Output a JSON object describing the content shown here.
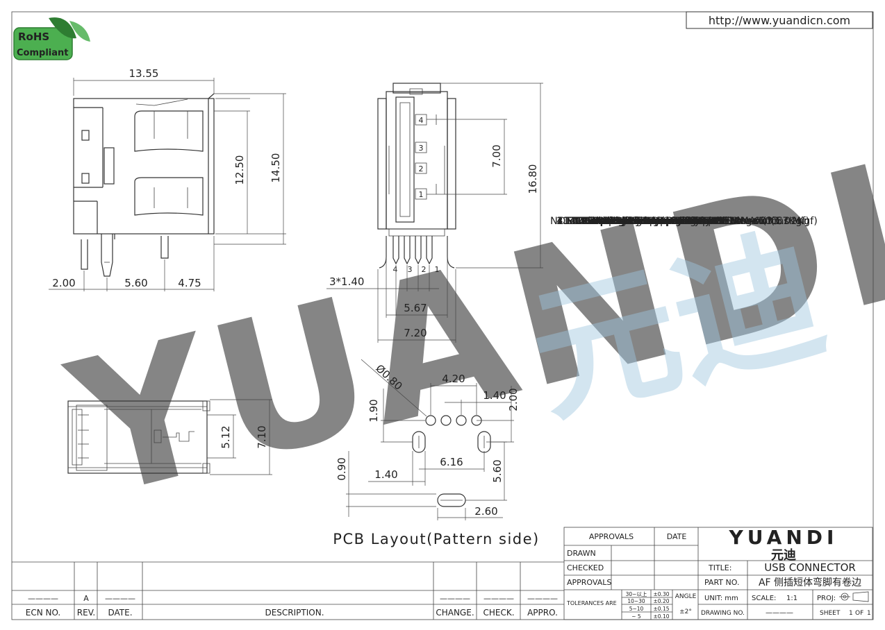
{
  "header": {
    "url": "http://www.yuandicn.com",
    "rohs_line1": "RoHS",
    "rohs_line2": "Compliant"
  },
  "watermark": {
    "text": "YUANDI",
    "cn": "元迪",
    "color": "#9ec7e0"
  },
  "side_view": {
    "d_width": "13.55",
    "d_h_inner": "12.50",
    "d_h_outer": "14.50",
    "d_pin_a": "2.00",
    "d_pin_b": "5.60",
    "d_pin_c": "4.75"
  },
  "front_view": {
    "d_pitch": "7.00",
    "d_height": "16.80",
    "d_pin_spacing": "3*1.40",
    "d_w_inner": "5.67",
    "d_w_outer": "7.20",
    "pins": [
      "4",
      "3",
      "2",
      "1"
    ],
    "contacts": [
      "4",
      "3",
      "2",
      "1"
    ]
  },
  "top_view": {
    "d_inner": "5.12",
    "d_outer": "7.10"
  },
  "pcb": {
    "d_hole": "Ø0.80",
    "d_4_20": "4.20",
    "d_1_40_top": "1.40",
    "d_2_00": "2.00",
    "d_1_90": "1.90",
    "d_0_90": "0.90",
    "d_1_40_left": "1.40",
    "d_6_16": "6.16",
    "d_5_60": "5.60",
    "d_2_60": "2.60",
    "caption": "PCB Layout(Pattern side)"
  },
  "notes": [
    "NOTES:",
    "  1.MATERIAL:",
    "    1.1  Housing:thermoplastic plastics",
    "    1.2  terminals:Copper Alloy",
    "          Gold plated in contact area:",
    "          Tin plated in termination",
    "          Nickel Plated overall",
    "    1.3  Shell:Steel&Copper Alloy",
    "              Nickel Plated overall",
    "  2.ELECTRICAL CHARACTERISTICS:",
    "      2.1  Rating Current :1.5 Ampere",
    "      2.2  Rating Voltage :30 V Max",
    "      2.3  Contact Resistance:30 Milli ohms",
    "      2.4  Insulation Resistance:1000 Mega ohms Min.",
    "  3.MECHANICAL CHARACTERISTICS:",
    "      3.1  Connector Mating force: 35N MAX(3.57Kgf)",
    "      3.2  Connector Unmating force:10N min(1.02Kgf)",
    "      3.3  Durability:5000Cycles.",
    "  4.ENVIRONMENT CHARACTERISTICS:",
    "      4.1  Operating temperature:-0℃ to +50℃",
    "      4.2  Storage temperature:-20℃ to +60℃"
  ],
  "title_block": {
    "approvals_hdr": "APPROVALS",
    "date_hdr": "DATE",
    "drawn": "DRAWN",
    "checked": "CHECKED",
    "approvals": "APPROVALS",
    "logo": "YUANDI",
    "logo_cn": "元迪",
    "title_label": "TITLE:",
    "title_value": "USB CONNECTOR",
    "part_label": "PART NO.",
    "part_value": "AF 侧插短体弯脚有卷边",
    "tol_label": "TOLERANCES ARE",
    "tol_ranges": [
      "30~以上",
      "10~30",
      "5~10",
      "~ 5"
    ],
    "tol_values": [
      "±0.30",
      "±0.20",
      "±0.15",
      "±0.10"
    ],
    "angle_label": "ANGLE",
    "angle_value": "±2°",
    "unit_label": "UNIT: mm",
    "scale_label": "SCALE:",
    "scale_value": "1:1",
    "proj_label": "PROJ:",
    "drawing_no_label": "DRAWING NO.",
    "drawing_no_value": "————",
    "sheet_label": "SHEET",
    "sheet_value": "1",
    "sheet_of": "OF",
    "sheet_total": "1"
  },
  "revision_block": {
    "headers": [
      "ECN NO.",
      "REV.",
      "DATE.",
      "DESCRIPTION.",
      "CHANGE.",
      "CHECK.",
      "APPRO."
    ],
    "row": [
      "————",
      "A",
      "————",
      "",
      "————",
      "————",
      "————"
    ]
  }
}
